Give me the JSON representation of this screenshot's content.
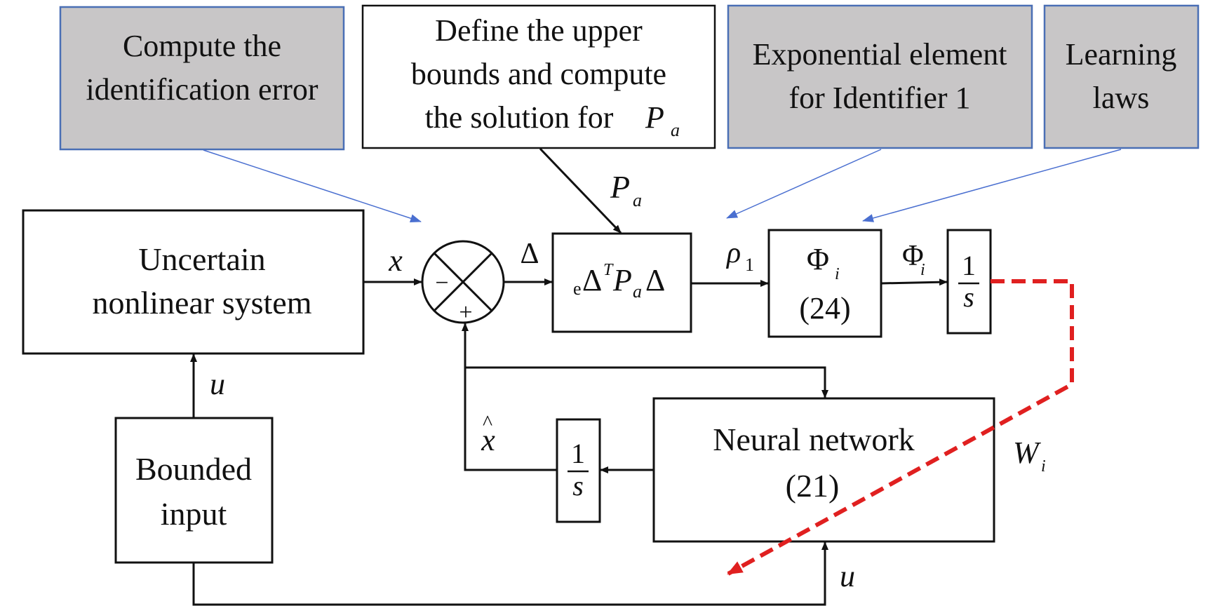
{
  "notes": {
    "identification_error": [
      "Compute the",
      "identification error"
    ],
    "upper_bounds": [
      "Define the upper",
      "bounds and compute",
      "the solution for",
      "P",
      "a"
    ],
    "exponential_element": [
      "Exponential element",
      "for Identifier 1"
    ],
    "learning_laws": [
      "Learning",
      "laws"
    ]
  },
  "blocks": {
    "uncertain_system": [
      "Uncertain",
      "nonlinear system"
    ],
    "bounded_input": [
      "Bounded",
      "input"
    ],
    "neural_network": [
      "Neural network",
      "(21)"
    ],
    "phi_block": {
      "symbol": "Φ",
      "sub": "i",
      "eq": "(24)"
    },
    "exponential_block": {
      "e": "e",
      "delta": "Δ",
      "T": "T",
      "P": "P",
      "a": "a",
      "delta2": "Δ"
    },
    "integrator_top": {
      "num": "1",
      "den": "s"
    },
    "integrator_bottom": {
      "num": "1",
      "den": "s"
    }
  },
  "summing_junction": {
    "minus": "−",
    "plus": "+"
  },
  "signals": {
    "x": "x",
    "delta": "Δ",
    "Pa": {
      "P": "P",
      "a": "a"
    },
    "rho1": {
      "rho": "ρ",
      "sub": "1"
    },
    "phi_i": {
      "phi": "Φ",
      "sub": "i"
    },
    "u_top": "u",
    "u_bottom": "u",
    "x_hat": {
      "x": "x",
      "hat": "^"
    },
    "W_i": {
      "W": "W",
      "sub": "i"
    }
  },
  "colors": {
    "note_fill": "#c8c6c7",
    "note_border": "#4a6fb5",
    "note_arrow": "#4a6fd0",
    "dashed_arrow": "#e02020",
    "stroke": "#111111"
  }
}
